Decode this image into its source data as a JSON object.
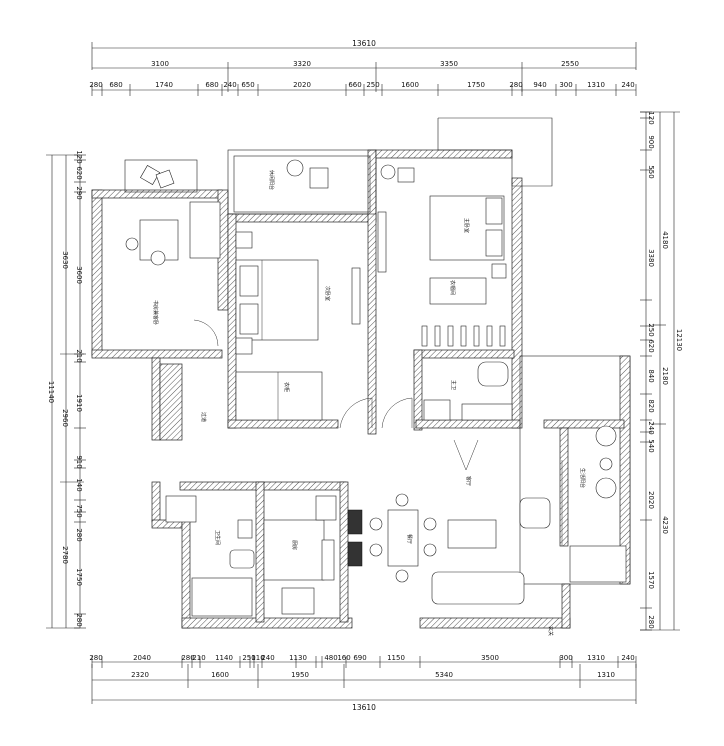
{
  "dimensions": {
    "total": "13610",
    "top_mid": [
      "3100",
      "3320",
      "3350",
      "2550"
    ],
    "top_detail": [
      "280",
      "680",
      "1740",
      "680",
      "240",
      "650",
      "2020",
      "660",
      "250",
      "1600",
      "1750",
      "280",
      "940",
      "300",
      "1310",
      "240"
    ],
    "bottom_detail": [
      "280",
      "2040",
      "280",
      "210",
      "1140",
      "250",
      "110",
      "240",
      "1130",
      "480",
      "160",
      "690",
      "1150",
      "3500",
      "300",
      "1310",
      "240"
    ],
    "bottom_mid": [
      "2320",
      "1600",
      "1950",
      "5340",
      "1310"
    ],
    "left_outer": "11140",
    "left_mid": [
      "3630",
      "2960",
      "2780"
    ],
    "left_detail": [
      "120",
      "620",
      "290",
      "3600",
      "210",
      "1910",
      "910",
      "140",
      "750",
      "280",
      "1750",
      "280"
    ],
    "right_outer": "12130",
    "right_mid": [
      "4180",
      "2180",
      "4230"
    ],
    "right_detail": [
      "120",
      "900",
      "550",
      "3380",
      "250",
      "620",
      "840",
      "820",
      "240",
      "540",
      "2020",
      "1570",
      "280"
    ]
  },
  "rooms": {
    "study": "书房兼客卧",
    "balcony_top": "休闲阳台",
    "second_bedroom": "次卧室",
    "master_bedroom": "主卧室",
    "dressing_room": "衣帽间",
    "closet": "衣柜",
    "corridor": "过道",
    "ensuite_bath": "主卫",
    "service_balcony": "生活阳台",
    "living_room": "客厅",
    "restaurant": "餐厅",
    "bathroom": "卫生间",
    "kitchen": "厨房",
    "entrance": "玄关"
  }
}
